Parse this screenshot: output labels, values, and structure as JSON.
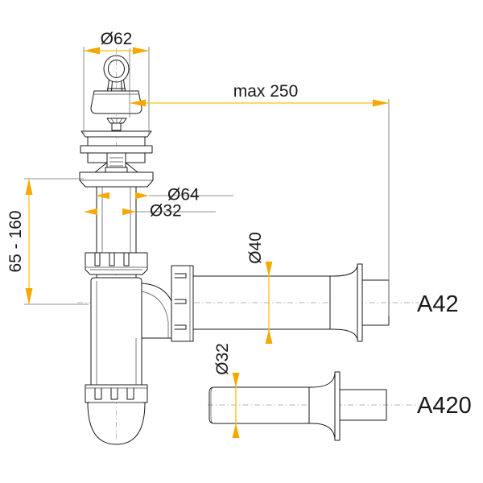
{
  "drawing": {
    "title": "Bottle siphon with wall outlet — technical dimension drawing",
    "background_color": "#ffffff",
    "line_color": "#1a1a1a",
    "dimension_color": "#ffc012",
    "arrow_color": "#f5a800",
    "center_line_color": "#9a9a9a"
  },
  "dimensions": {
    "plug_diameter": "Ø62",
    "max_outlet_reach": "max 250",
    "flange_diameter": "Ø64",
    "tailpiece_diameter": "Ø32",
    "height_range": "65 - 160",
    "outlet_pipe_diameter_upper": "Ø40",
    "outlet_pipe_diameter_lower": "Ø32"
  },
  "part_labels": {
    "upper_assembly": "A42",
    "lower_assembly": "A420"
  },
  "components": {
    "plug_ring": "plug-pull-ring",
    "plug_body": "rubber-plug",
    "plug_screw": "plug-screw",
    "strainer_flange": "strainer-flange",
    "tailpiece": "tailpiece-pipe",
    "coupling_nut_upper": "upper-coupling-nut",
    "siphon_bowl": "siphon-bottle-bowl",
    "coupling_nut_lower": "bottom-cap-nut",
    "outlet_nut": "outlet-coupling-nut",
    "wall_rosette": "wall-rosette-flange",
    "outlet_pipe": "outlet-pipe"
  }
}
